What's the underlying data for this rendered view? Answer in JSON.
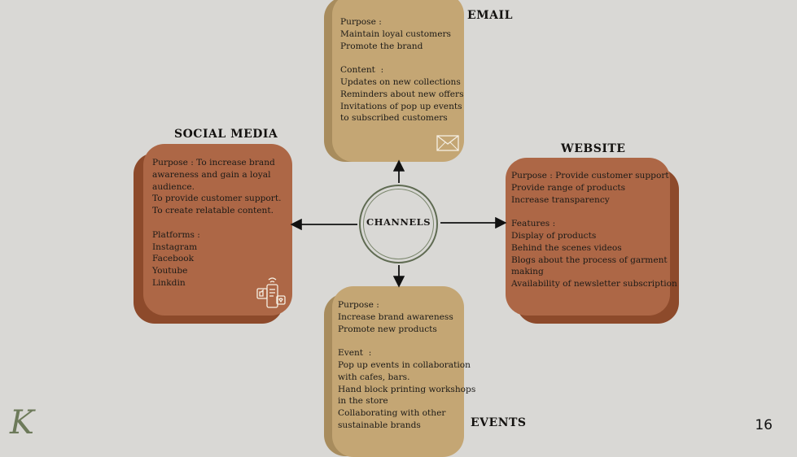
{
  "center": {
    "label": "CHANNELS"
  },
  "email": {
    "title": "EMAIL",
    "lines": "Purpose :\nMaintain loyal customers\nPromote the brand\n\nContent  :\nUpdates on new collections\nReminders about new offers\nInvitations of pop up events\nto subscribed customers",
    "icon": "envelope-icon"
  },
  "social_media": {
    "title": "SOCIAL MEDIA",
    "lines": "Purpose : To increase brand\nawareness and gain a loyal\naudience.\nTo provide customer support.\nTo create relatable content.\n\nPlatforms :\nInstagram\nFacebook\nYoutube\nLinkdin",
    "icon": "social-devices-icon"
  },
  "website": {
    "title": "WEBSITE",
    "lines": "Purpose : Provide customer support\nProvide range of products\nIncrease transparency\n\nFeatures :\nDisplay of products\nBehind the scenes videos\nBlogs about the process of garment\nmaking\nAvailability of newsletter subscription"
  },
  "events": {
    "title": "EVENTS",
    "lines": "Purpose :\nIncrease brand awareness\nPromote new products\n\nEvent  :\nPop up events in collaboration\nwith cafes, bars.\nHand block printing workshops\nin the store\nCollaborating with other\nsustainable brands"
  },
  "footer": {
    "page_number": "16",
    "logo_letter": "K"
  },
  "colors": {
    "tan": "#c4a674",
    "rust": "#ad6746",
    "background": "#d9d8d5"
  }
}
